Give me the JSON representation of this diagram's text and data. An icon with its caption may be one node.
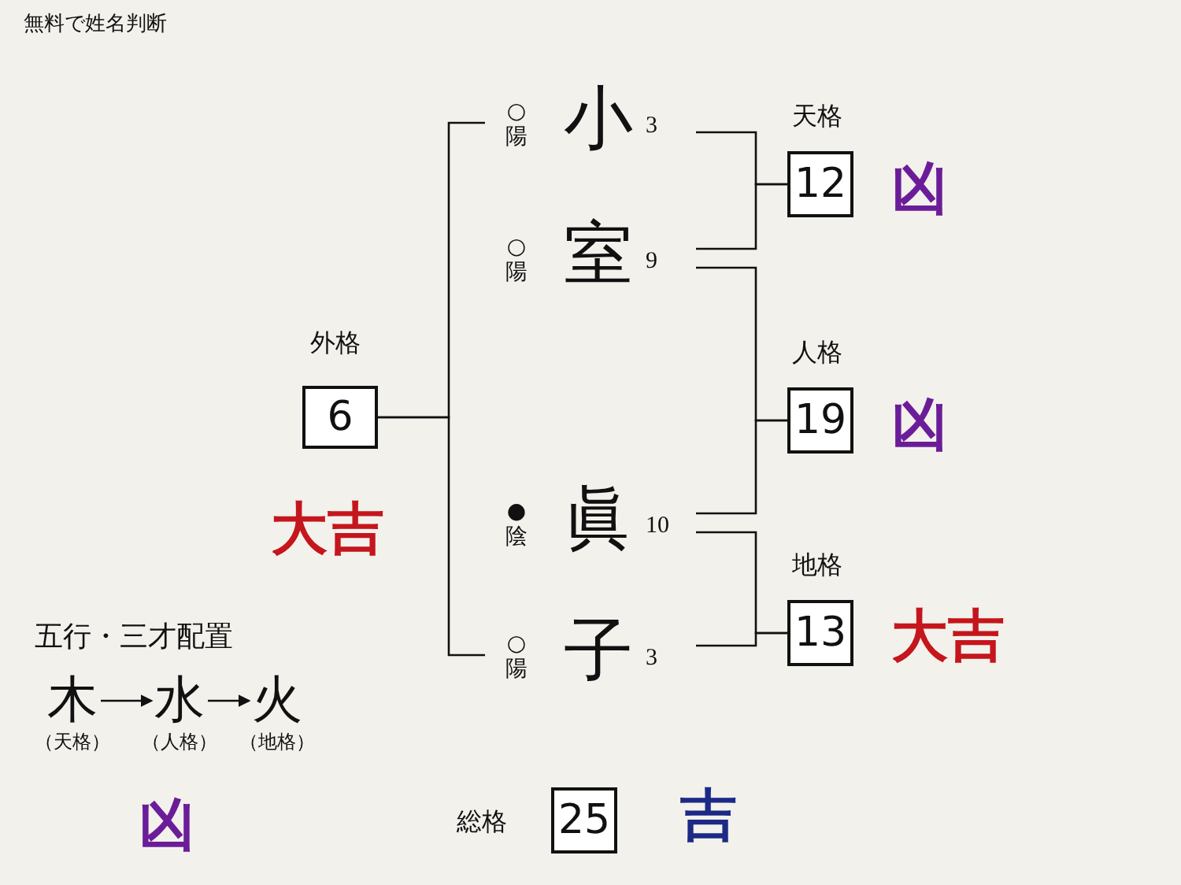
{
  "diagram": {
    "title": "無料で姓名判断",
    "nodes": [
      {
        "text": [
          "小"
        ],
        "beside": [
          "○",
          "陽",
          "3"
        ]
      },
      {
        "text": [
          "室"
        ],
        "beside": [
          "○",
          "陽",
          "9"
        ]
      },
      {
        "text": [
          "眞"
        ],
        "beside": [
          "●",
          "陰",
          "10"
        ]
      },
      {
        "text": [
          "子"
        ],
        "beside": [
          "○",
          "陽",
          "3"
        ]
      },
      {
        "text": [
          "天格",
          "12"
        ],
        "beside": [
          "凶"
        ]
      },
      {
        "text": [
          "人格",
          "19"
        ],
        "beside": [
          "凶"
        ]
      },
      {
        "text": [
          "地格",
          "13"
        ],
        "beside": [
          "大吉"
        ]
      },
      {
        "text": [
          "外格",
          "6"
        ],
        "beside": [
          "大吉"
        ]
      },
      {
        "text": [
          "総格",
          "25"
        ],
        "beside": [
          "吉"
        ]
      },
      {
        "text": [
          "木",
          "（天格）"
        ]
      },
      {
        "text": [
          "水",
          "（人格）"
        ]
      },
      {
        "text": [
          "火",
          "（地格）"
        ]
      }
    ],
    "edges": [
      {
        "from": 0,
        "to": 4,
        "arrow": "none"
      },
      {
        "from": 1,
        "to": 4,
        "arrow": "none"
      },
      {
        "from": 1,
        "to": 5,
        "arrow": "none"
      },
      {
        "from": 2,
        "to": 5,
        "arrow": "none"
      },
      {
        "from": 2,
        "to": 6,
        "arrow": "none"
      },
      {
        "from": 3,
        "to": 6,
        "arrow": "none"
      },
      {
        "from": 0,
        "to": 7,
        "arrow": "none"
      },
      {
        "from": 3,
        "to": 7,
        "arrow": "none"
      },
      {
        "from": 9,
        "to": 10,
        "arrow": "to"
      },
      {
        "from": 10,
        "to": 11,
        "arrow": "to"
      }
    ],
    "labels": [
      "五行・三才配置",
      "凶"
    ]
  }
}
